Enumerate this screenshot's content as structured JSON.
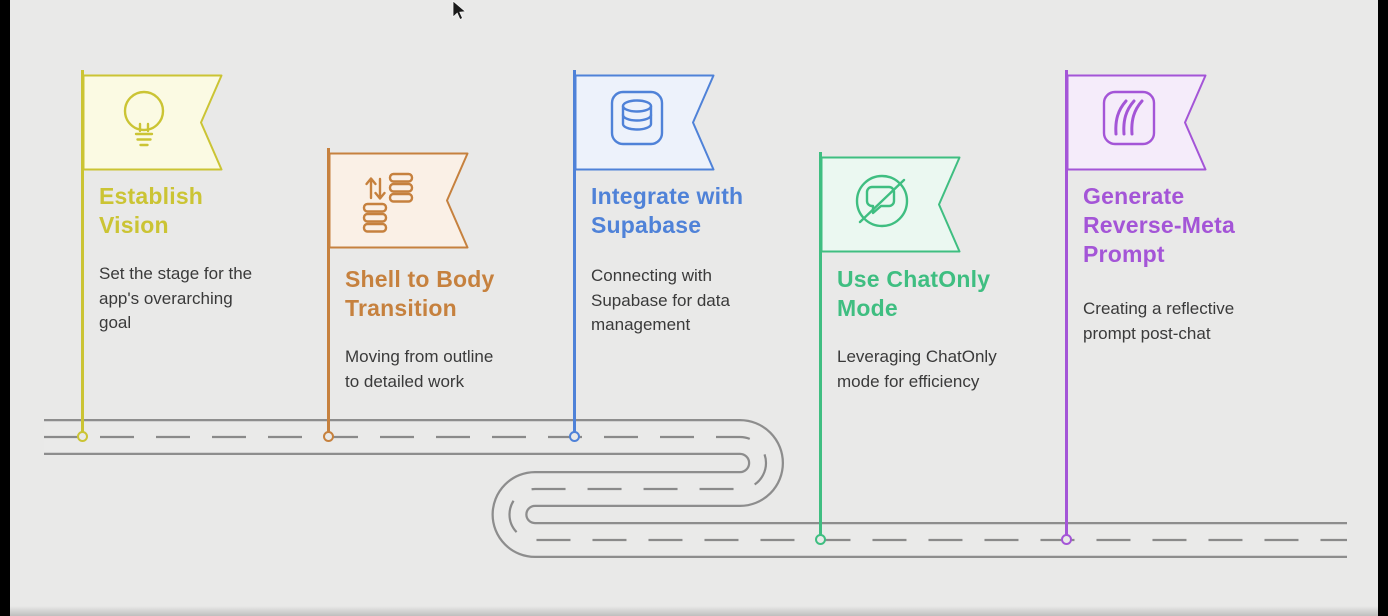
{
  "canvas": {
    "bg_color": "#e9e9e8",
    "frame_bar_color": "#000000"
  },
  "road": {
    "edge_color": "#8d8d8d",
    "dash_color": "#8a8a8a",
    "surface_color": "#eaeae9"
  },
  "description_color": "#3a3a3a",
  "milestones": [
    {
      "icon": "lightbulb-icon",
      "title": "Establish\nVision",
      "description": "Set the stage for the\napp's overarching\ngoal",
      "color": "#cbc434",
      "tint": "#fbfae3"
    },
    {
      "icon": "data-transfer-icon",
      "title": "Shell to Body\nTransition",
      "description": "Moving from outline\nto detailed work",
      "color": "#c6813e",
      "tint": "#faf0e6"
    },
    {
      "icon": "database-icon",
      "title": "Integrate with\nSupabase",
      "description": "Connecting with\nSupabase for data\nmanagement",
      "color": "#4f82d8",
      "tint": "#edf2fb"
    },
    {
      "icon": "chat-off-icon",
      "title": "Use ChatOnly\nMode",
      "description": "Leveraging ChatOnly\nmode for efficiency",
      "color": "#3fbe81",
      "tint": "#ebf8f1"
    },
    {
      "icon": "miro-icon",
      "title": "Generate\nReverse-Meta\nPrompt",
      "description": "Creating a reflective\nprompt post-chat",
      "color": "#a455d7",
      "tint": "#f5ecfa"
    }
  ]
}
